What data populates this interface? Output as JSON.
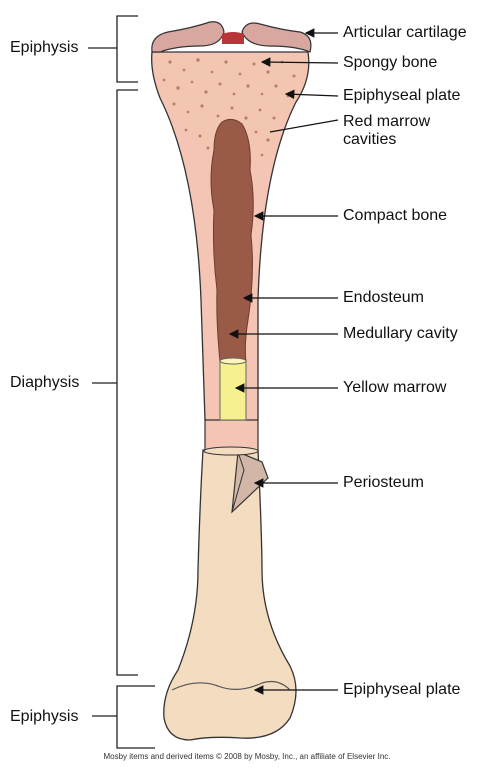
{
  "region_labels": {
    "epiphysis_top": "Epiphysis",
    "diaphysis": "Diaphysis",
    "epiphysis_bottom": "Epiphysis"
  },
  "part_labels": {
    "articular_cartilage": "Articular cartilage",
    "spongy_bone": "Spongy bone",
    "epiphyseal_plate_top": "Epiphyseal plate",
    "red_marrow_cavities": "Red marrow cavities",
    "compact_bone": "Compact bone",
    "endosteum": "Endosteum",
    "medullary_cavity": "Medullary cavity",
    "yellow_marrow": "Yellow marrow",
    "periosteum": "Periosteum",
    "epiphyseal_plate_bottom": "Epiphyseal plate"
  },
  "credit": "Mosby items and derived items © 2008 by Mosby, Inc., an affiliate of Elsevier Inc.",
  "colors": {
    "compact_bone": "#f4c4b4",
    "spongy_bone": "#f2c6b0",
    "marrow_cavity": "#9a5a48",
    "yellow_marrow": "#f6f08e",
    "lower_bone": "#f3dcc0",
    "cartilage": "#d8a8a0",
    "outline": "#333333"
  }
}
